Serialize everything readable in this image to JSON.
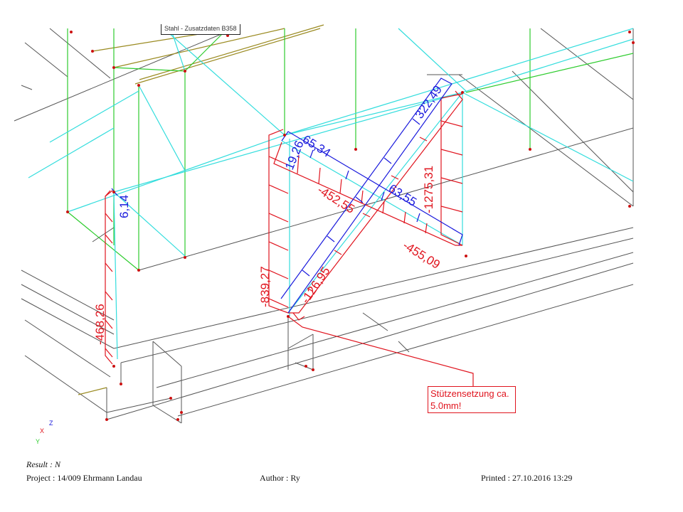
{
  "title_tag": "Stahl - Zusatzdaten B358",
  "callout": {
    "line1": "Stützensetzung ca.",
    "line2": "5.0mm!"
  },
  "values": {
    "v322_49": "322,49",
    "v65_34": "65,34",
    "v19_26": "19,26",
    "v63_55": "63,55",
    "v6_14": "6,14",
    "v1275_31": "-1275,31",
    "v452_55": "-452,55",
    "v455_09": "-455,09",
    "v839_27": "-839,27",
    "v126_95": "-126,95",
    "v468_26": "-468,26"
  },
  "axes": {
    "x": "X",
    "y": "Y",
    "z": "Z"
  },
  "footer": {
    "result": "Result : N",
    "project": "Project : 14/009 Ehrmann Landau",
    "author": "Author : Ry",
    "printed": "Printed : 27.10.2016  13:29"
  },
  "colors": {
    "tension": "#1a1adc",
    "compression": "#e0141e",
    "column": "#2ecc2e",
    "beam": "#33dddd",
    "structure": "#555555",
    "hatch_beam": "#9a8a20"
  }
}
